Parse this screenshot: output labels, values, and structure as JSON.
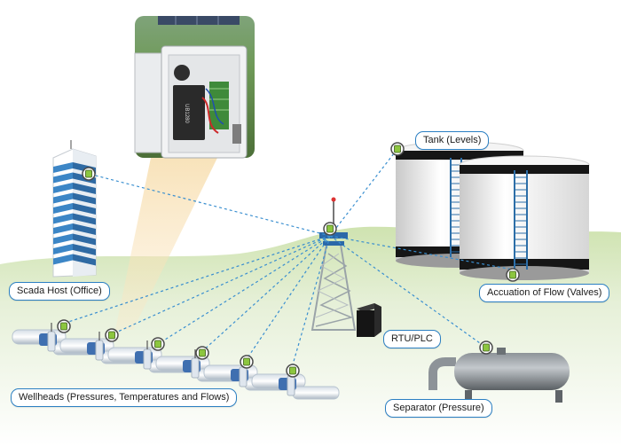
{
  "labels": {
    "scada_host": "Scada Host (Office)",
    "tank": "Tank (Levels)",
    "valves": "Accuation of Flow (Valves)",
    "rtu": "RTU/PLC",
    "wellheads": "Wellheads (Pressures, Temperatures and Flows)",
    "separator": "Separator (Pressure)"
  },
  "battery_text": "UB1280",
  "colors": {
    "link": "#3a8fd0",
    "callout_border": "#2b7fc2",
    "ground": "#cfe3b0",
    "building_blue": "#3c86c6",
    "tank_band": "#161616",
    "tower": "#9aa3a8",
    "sensor_green": "#8cc63f"
  },
  "icons": [
    "wireless-sensor-icon",
    "antenna-icon"
  ]
}
